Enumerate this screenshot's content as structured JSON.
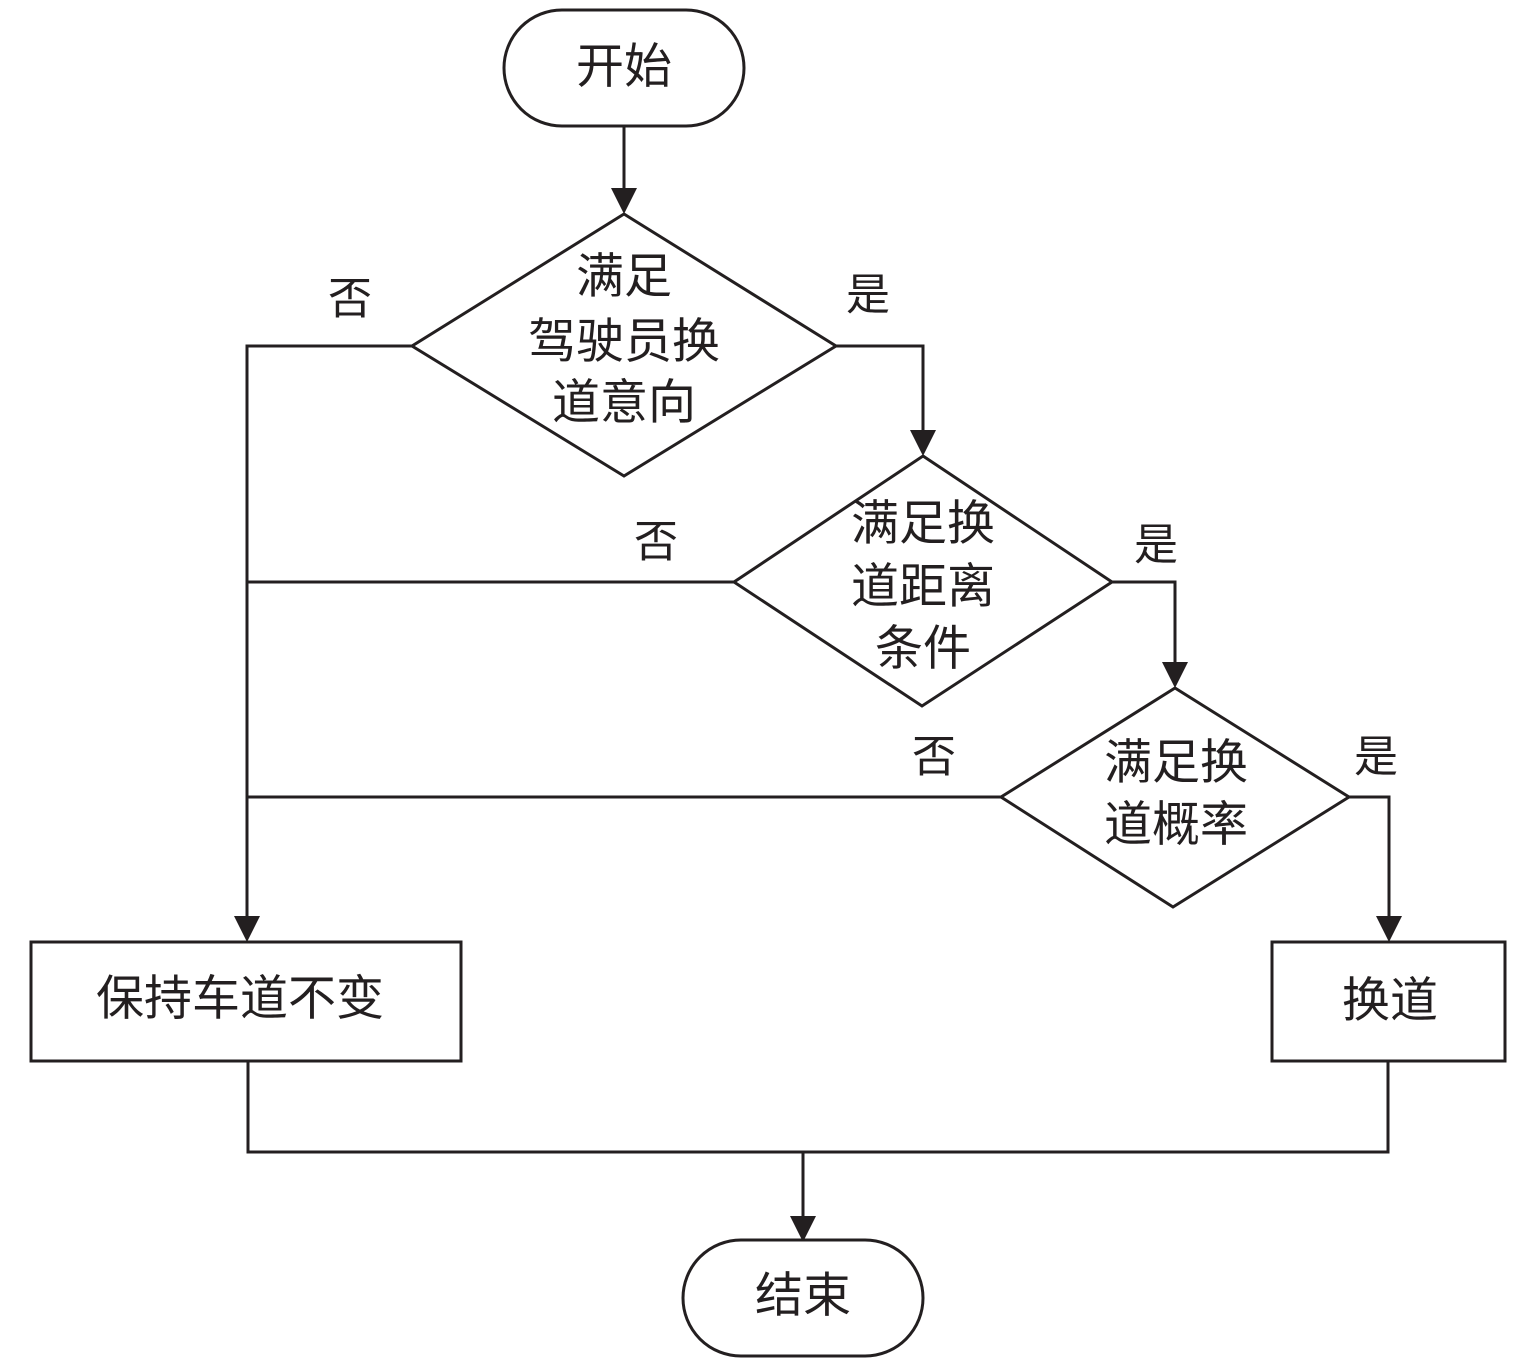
{
  "diagram": {
    "type": "flowchart",
    "nodes": {
      "start": {
        "shape": "terminator",
        "lines": [
          "开始"
        ]
      },
      "d1": {
        "shape": "decision",
        "lines": [
          "满足",
          "驾驶员换",
          "道意向"
        ]
      },
      "d2": {
        "shape": "decision",
        "lines": [
          "满足换",
          "道距离",
          "条件"
        ]
      },
      "d3": {
        "shape": "decision",
        "lines": [
          "满足换",
          "道概率"
        ]
      },
      "keep": {
        "shape": "process",
        "lines": [
          "保持车道不变"
        ]
      },
      "change": {
        "shape": "process",
        "lines": [
          "换道"
        ]
      },
      "end": {
        "shape": "terminator",
        "lines": [
          "结束"
        ]
      }
    },
    "edges": [
      {
        "from": "start",
        "to": "d1",
        "label": ""
      },
      {
        "from": "d1",
        "to": "d2",
        "label": "是"
      },
      {
        "from": "d1",
        "to": "keep",
        "label": "否"
      },
      {
        "from": "d2",
        "to": "d3",
        "label": "是"
      },
      {
        "from": "d2",
        "to": "keep",
        "label": "否"
      },
      {
        "from": "d3",
        "to": "change",
        "label": "是"
      },
      {
        "from": "d3",
        "to": "keep",
        "label": "否"
      },
      {
        "from": "keep",
        "to": "end",
        "label": ""
      },
      {
        "from": "change",
        "to": "end",
        "label": ""
      }
    ],
    "edge_labels": {
      "d1_yes": "是",
      "d1_no": "否",
      "d2_yes": "是",
      "d2_no": "否",
      "d3_yes": "是",
      "d3_no": "否"
    }
  }
}
